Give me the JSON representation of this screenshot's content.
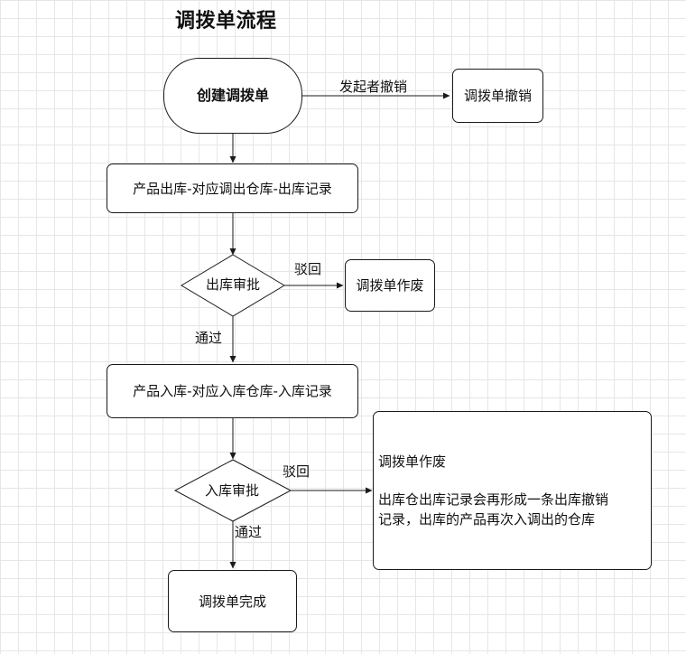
{
  "title": "调拨单流程",
  "nodes": {
    "create": "创建调拨单",
    "revoke": "调拨单撤销",
    "outbound": "产品出库-对应调出仓库-出库记录",
    "outbound_review": "出库审批",
    "void": "调拨单作废",
    "inbound": "产品入库-对应入库仓库-入库记录",
    "inbound_review": "入库审批",
    "complete": "调拨单完成",
    "note": {
      "title": "调拨单作废",
      "line1": "出库仓出库记录会再形成一条出库撤销",
      "line2": "记录，出库的产品再次入调出的仓库"
    }
  },
  "edges": {
    "initiator_revoke": "发起者撤销",
    "reject_1": "驳回",
    "pass_1": "通过",
    "reject_2": "驳回",
    "pass_2": "通过"
  },
  "colors": {
    "line": "#1a1a1a",
    "grid": "#e6e6e6"
  }
}
